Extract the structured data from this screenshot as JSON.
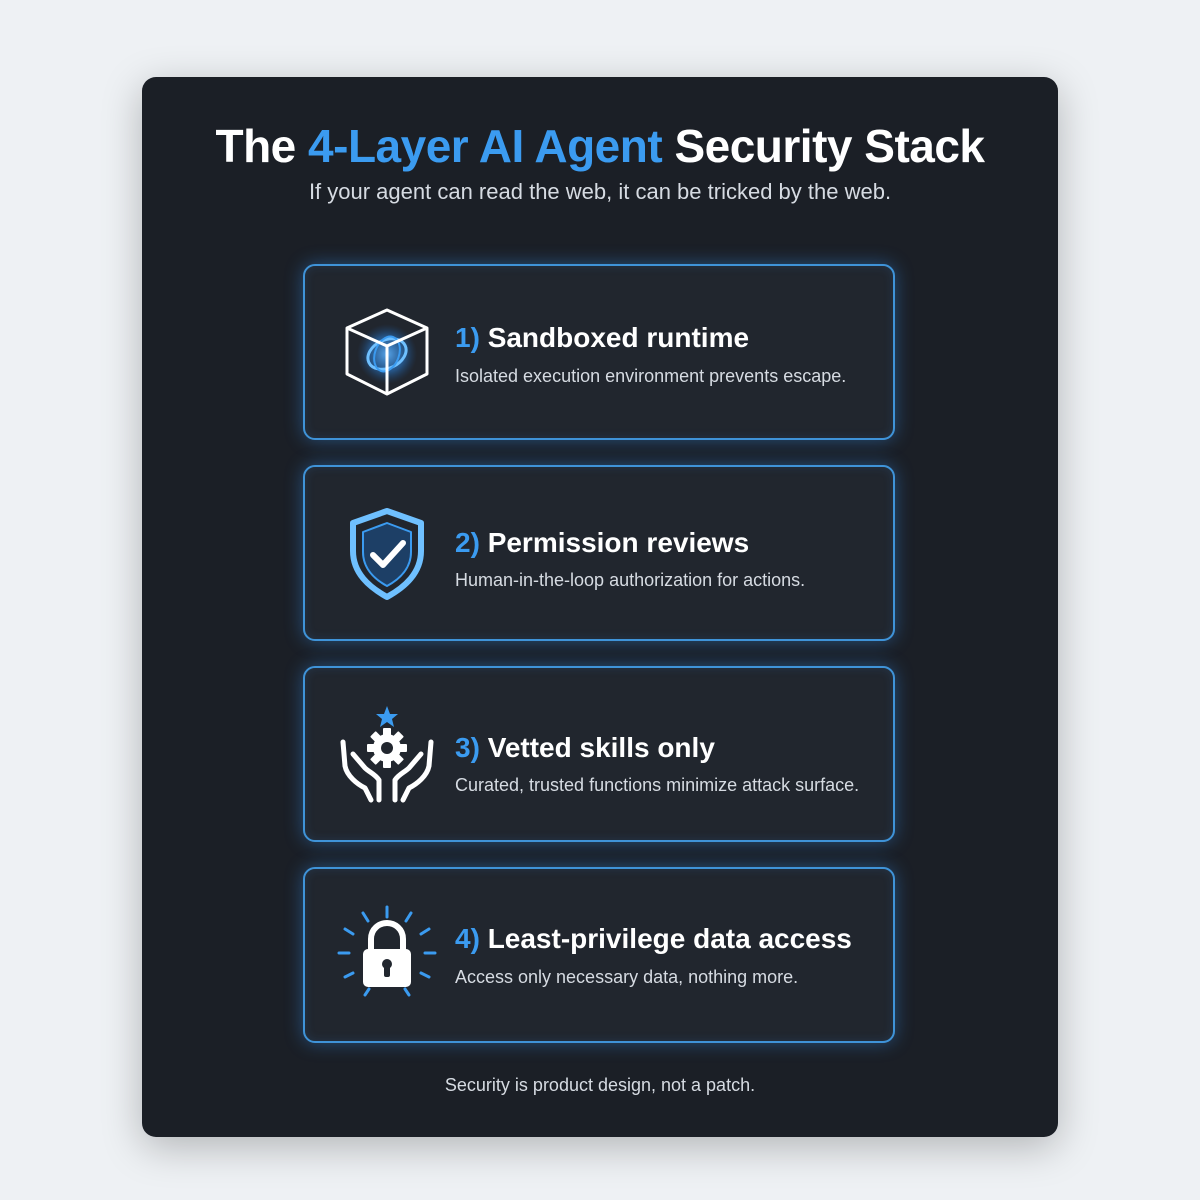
{
  "header": {
    "title_part1": "The ",
    "title_accent": "4-Layer AI Agent",
    "title_part2": " Security Stack",
    "subtitle": "If your agent can read the web, it can be tricked by the web."
  },
  "layers": [
    {
      "number": "1)",
      "title": "Sandboxed runtime",
      "description": "Isolated execution environment prevents escape.",
      "icon": "cube-icon"
    },
    {
      "number": "2)",
      "title": "Permission reviews",
      "description": "Human-in-the-loop authorization for actions.",
      "icon": "shield-check-icon"
    },
    {
      "number": "3)",
      "title": "Vetted skills only",
      "description": "Curated, trusted functions minimize attack surface.",
      "icon": "hands-gear-icon"
    },
    {
      "number": "4)",
      "title": "Least-privilege data access",
      "description": "Access only necessary data, nothing more.",
      "icon": "padlock-icon"
    }
  ],
  "footer": {
    "text": "Security is product design, not a patch."
  },
  "colors": {
    "accent": "#3b9bf0",
    "card_background": "#1b1f26",
    "page_background": "#eef1f4",
    "layer_border": "#3f93d8"
  }
}
